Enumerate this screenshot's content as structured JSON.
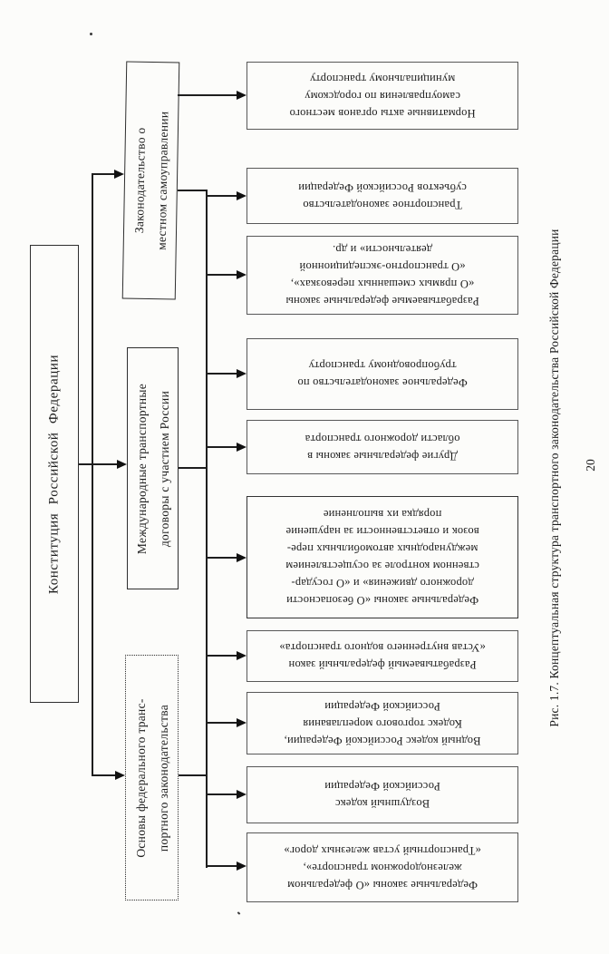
{
  "page": {
    "number": "20"
  },
  "caption": "Рис. 1.7.  Концептуальная структура транспортного законодательства Российской  Федерации",
  "diagram": {
    "root": {
      "label": "Конституция  Российской  Федерации"
    },
    "branches": [
      {
        "id": "local-government",
        "label": "Законодательство  о\nместном  самоуправлении"
      },
      {
        "id": "international-treaties",
        "label": "Международные транспортные\nдоговоры с участием России"
      },
      {
        "id": "federal-transport-basics",
        "label": "Основы федерального транс-\nпортного законодательства"
      }
    ],
    "leaves": [
      {
        "id": "municipal-acts",
        "label": "Нормативные акты органов местного\nсамоуправления по городскому\nмуниципальному транспорту"
      },
      {
        "id": "regional-legislation",
        "label": "Транспортное  законодательство\nсубъектов Российской Федерации"
      },
      {
        "id": "draft-federal-laws",
        "label": "Разрабатываемые федеральные законы\n«О прямых смешанных перевозках»,\n«О транспортно-экспедиционной\nдеятельности»  и  др."
      },
      {
        "id": "pipeline-legislation",
        "label": "Федеральное  законодательство  по\nтрубопроводному  транспорту"
      },
      {
        "id": "road-laws",
        "label": "Другие федеральные законы  в\nобласти  дорожного  транспорта"
      },
      {
        "id": "road-safety-laws",
        "label": "Федеральные законы «О безопасности\nдорожного движения»  и  «О государ-\nственном контроле за осуществлением\nмеждународных автомобильных пере-\nвозок и ответственности за нарушение\nпорядка их выполнение"
      },
      {
        "id": "draft-inland-water-code",
        "label": "Разрабатываемый федеральный закон\n«Устав внутреннего водного транспорта»"
      },
      {
        "id": "water-codes",
        "label": "Водный кодекс Российской Федерации,\nКодекс торгового мореплавания\nРоссийской Федерации"
      },
      {
        "id": "air-code",
        "label": "Воздушный  кодекс\nРоссийской  Федерации"
      },
      {
        "id": "rail-laws",
        "label": "Федеральные законы  «О федеральном\nжелезнодорожном  транспорте»,\n«Транспортный устав железных дорог»"
      }
    ]
  }
}
